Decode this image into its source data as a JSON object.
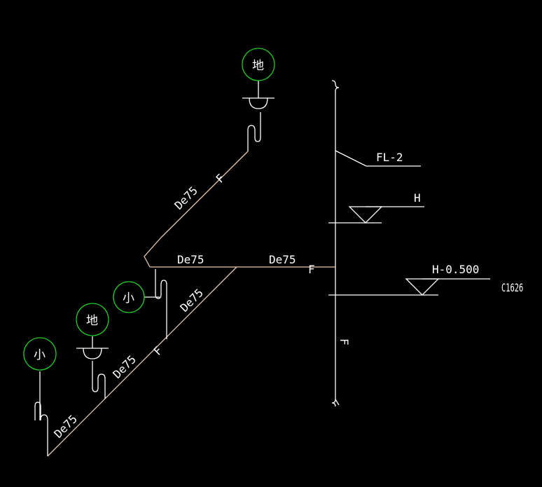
{
  "colors": {
    "background": "#000000",
    "pipe": "#e8c8b0",
    "line": "#ffffff",
    "fixture_ring": "#22cc22"
  },
  "labels": {
    "pipe_upper_diag": "De75",
    "pipe_horizontal_left": "De75",
    "pipe_horizontal_right": "De75",
    "pipe_lower_diag_1": "De75",
    "pipe_lower_diag_2": "De75",
    "pipe_lower_diag_3": "De75",
    "valve_f": "F",
    "riser_name": "FL-2",
    "level_h": "H",
    "level_h_minus": "H-0.500",
    "code": "C1626"
  },
  "fixtures": {
    "floor_drain_top": "地",
    "floor_drain_lower": "地",
    "small_1": "小",
    "small_2": "小"
  }
}
